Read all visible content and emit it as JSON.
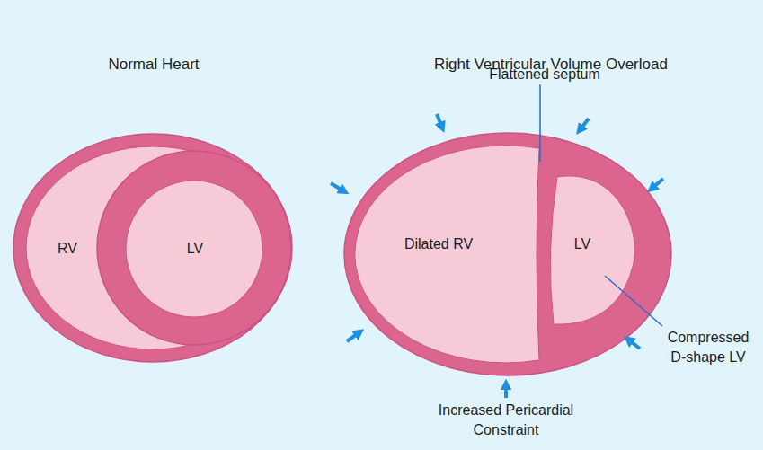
{
  "diagram": {
    "nodes": [
      {
        "text": [
          "Normal Heart"
        ]
      },
      {
        "text": [
          "RV"
        ],
        "in": 0
      },
      {
        "text": [
          "LV"
        ],
        "in": 0
      },
      {
        "text": [
          "Right Ventricular Volume Overload"
        ]
      },
      {
        "text": [
          "Dilated RV"
        ],
        "in": 3
      },
      {
        "text": [
          "LV"
        ],
        "in": 3
      }
    ],
    "labels": [
      "Flattened septum",
      "Compressed D-shape LV",
      "Increased Pericardial Constraint"
    ]
  }
}
